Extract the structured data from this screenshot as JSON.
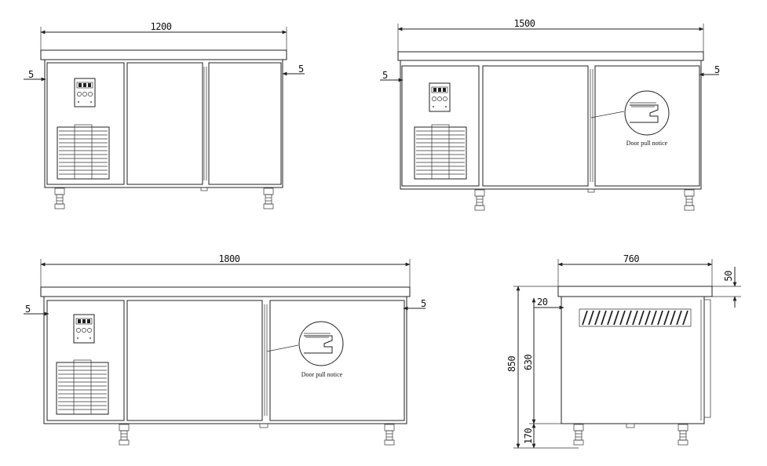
{
  "views": [
    {
      "id": "unit-1200",
      "width_label": "1200",
      "side_gap_left": "5",
      "side_gap_right": "5",
      "door_note": ""
    },
    {
      "id": "unit-1500",
      "width_label": "1500",
      "side_gap_left": "5",
      "side_gap_right": "5",
      "door_note": "Door pull notice"
    },
    {
      "id": "unit-1800",
      "width_label": "1800",
      "side_gap_left": "5",
      "side_gap_right": "5",
      "door_note": "Door pull notice"
    }
  ],
  "side_view": {
    "depth_label": "760",
    "top_thickness_label": "50",
    "vent_offset_label": "20",
    "total_height_label": "850",
    "body_height_label": "630",
    "leg_height_label": "170"
  }
}
